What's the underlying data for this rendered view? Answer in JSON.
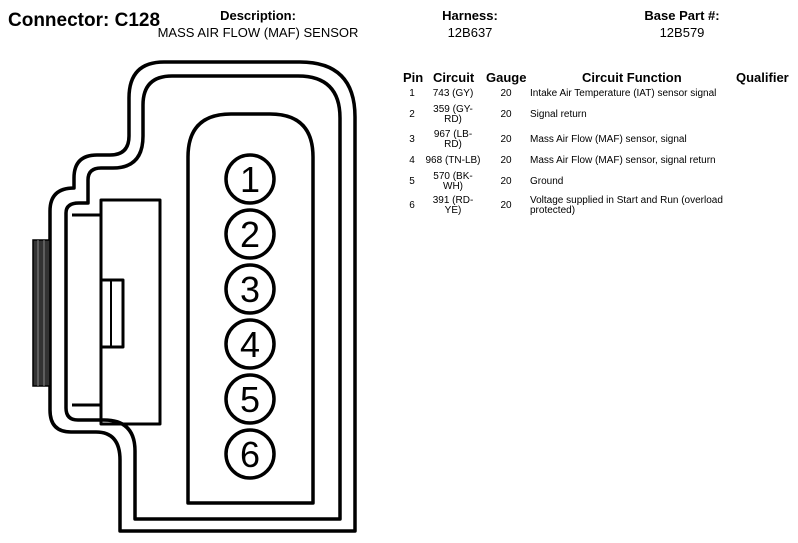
{
  "header": {
    "connector_label": "Connector: C128",
    "description_label": "Description:",
    "description_value": "MASS AIR FLOW (MAF) SENSOR",
    "harness_label": "Harness:",
    "harness_value": "12B637",
    "base_part_label": "Base Part #:",
    "base_part_value": "12B579"
  },
  "table": {
    "columns": [
      "Pin",
      "Circuit",
      "Gauge",
      "Circuit Function",
      "Qualifier"
    ],
    "rows": [
      {
        "pin": "1",
        "circuit": [
          "743 (GY)"
        ],
        "gauge": "20",
        "function": [
          "Intake Air Temperature (IAT) sensor signal"
        ]
      },
      {
        "pin": "2",
        "circuit": [
          "359 (GY-",
          "RD)"
        ],
        "gauge": "20",
        "function": [
          "Signal return"
        ]
      },
      {
        "pin": "3",
        "circuit": [
          "967 (LB-",
          "RD)"
        ],
        "gauge": "20",
        "function": [
          "Mass Air Flow (MAF) sensor, signal"
        ]
      },
      {
        "pin": "4",
        "circuit": [
          "968 (TN-LB)"
        ],
        "gauge": "20",
        "function": [
          "Mass Air Flow (MAF) sensor, signal return"
        ]
      },
      {
        "pin": "5",
        "circuit": [
          "570 (BK-",
          "WH)"
        ],
        "gauge": "20",
        "function": [
          "Ground"
        ]
      },
      {
        "pin": "6",
        "circuit": [
          "391 (RD-",
          "YE)"
        ],
        "gauge": "20",
        "function": [
          "Voltage supplied in Start and Run (overload",
          "protected)"
        ]
      }
    ]
  },
  "diagram": {
    "pin_labels": [
      "1",
      "2",
      "3",
      "4",
      "5",
      "6"
    ]
  }
}
